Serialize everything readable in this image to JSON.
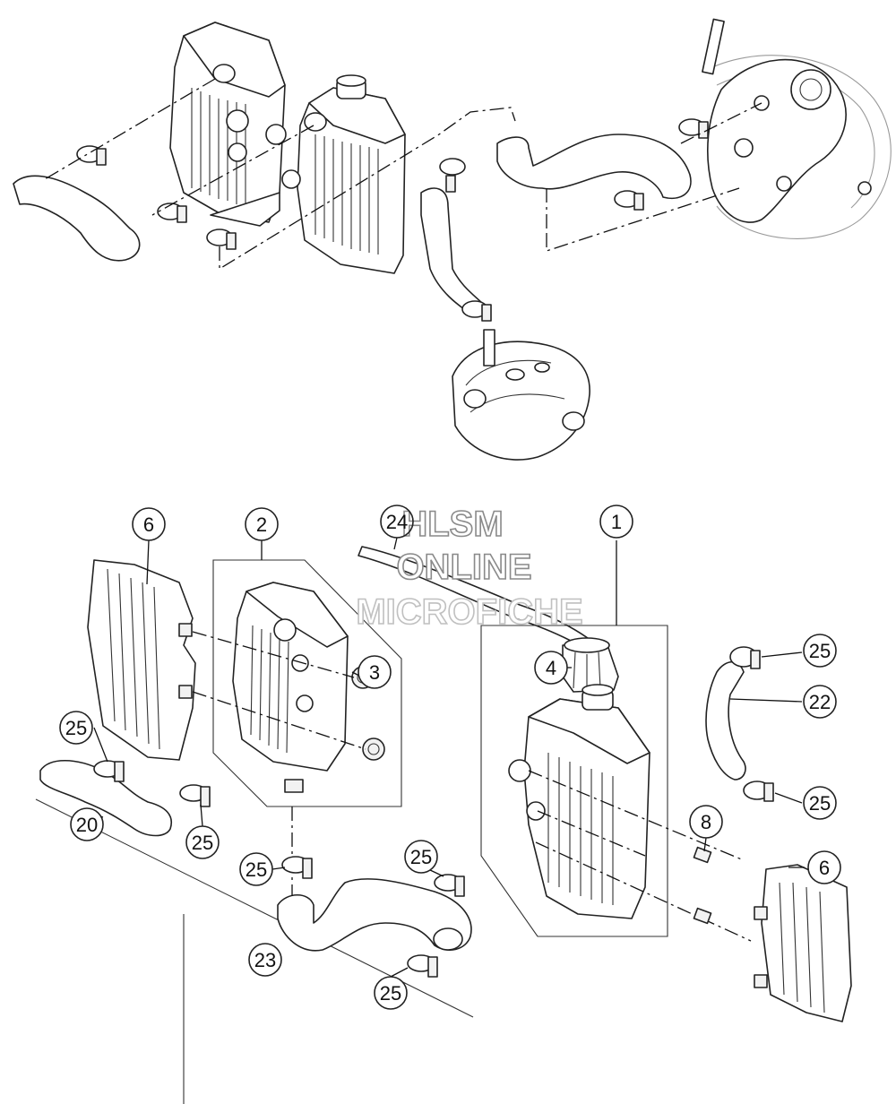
{
  "watermark": {
    "line1": "HLSM",
    "line2": "ONLINE",
    "line3": "MICROFICHE"
  },
  "callouts": [
    {
      "id": "c6a",
      "label": "6"
    },
    {
      "id": "c2",
      "label": "2"
    },
    {
      "id": "c24",
      "label": "24"
    },
    {
      "id": "c1",
      "label": "1"
    },
    {
      "id": "c3",
      "label": "3"
    },
    {
      "id": "c4",
      "label": "4"
    },
    {
      "id": "c25a",
      "label": "25"
    },
    {
      "id": "c22",
      "label": "22"
    },
    {
      "id": "c25b",
      "label": "25"
    },
    {
      "id": "c25c",
      "label": "25"
    },
    {
      "id": "c8",
      "label": "8"
    },
    {
      "id": "c20",
      "label": "20"
    },
    {
      "id": "c25d",
      "label": "25"
    },
    {
      "id": "c25e",
      "label": "25"
    },
    {
      "id": "c25f",
      "label": "25"
    },
    {
      "id": "c6b",
      "label": "6"
    },
    {
      "id": "c23",
      "label": "23"
    },
    {
      "id": "c25g",
      "label": "25"
    }
  ]
}
